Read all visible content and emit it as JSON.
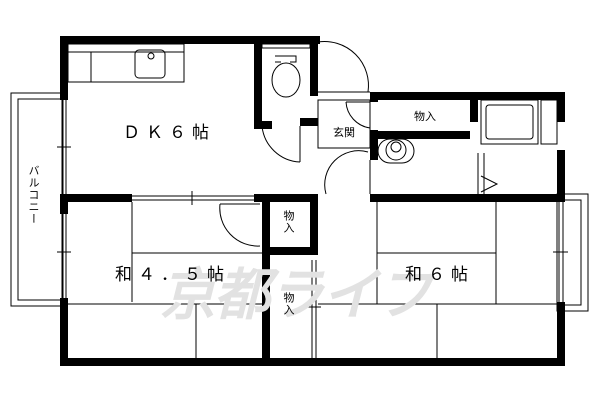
{
  "floorplan": {
    "rooms": {
      "dk": {
        "label": "ＤＫ６帖"
      },
      "washitsu_small": {
        "label": "和４．５帖"
      },
      "washitsu_large": {
        "label": "和６帖"
      },
      "entrance": {
        "label": "玄関"
      },
      "balcony": {
        "label": "バルコニー"
      }
    },
    "storage": [
      {
        "label": "物入",
        "orientation": "horizontal"
      },
      {
        "label": "物入",
        "orientation": "vertical"
      },
      {
        "label": "物入",
        "orientation": "vertical"
      }
    ],
    "watermark": {
      "text": "京都ライフ",
      "color": "#e2e2e2"
    },
    "colors": {
      "wall": "#000000",
      "line": "#000000",
      "background": "#ffffff"
    }
  }
}
